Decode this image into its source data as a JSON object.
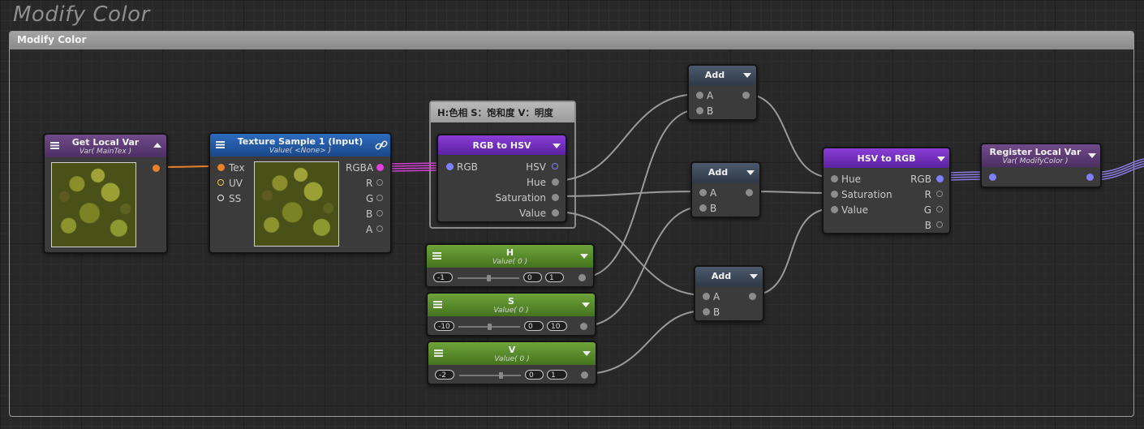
{
  "graph": {
    "title": "Modify Color"
  },
  "group": {
    "title": "Modify Color"
  },
  "subgroup": {
    "title": "H:色相 S：饱和度 V：明度"
  },
  "nodes": {
    "get_local_var": {
      "title": "Get Local Var",
      "subtitle": "Var( MainTex )"
    },
    "texture_sample": {
      "title": "Texture Sample 1 (Input)",
      "subtitle": "Value( <None> )",
      "inputs": [
        "Tex",
        "UV",
        "SS"
      ],
      "outputs": [
        "RGBA",
        "R",
        "G",
        "B",
        "A"
      ]
    },
    "rgb_to_hsv": {
      "title": "RGB to HSV",
      "input": "RGB",
      "outputs": [
        "HSV",
        "Hue",
        "Saturation",
        "Value"
      ]
    },
    "add1": {
      "title": "Add",
      "inputs": [
        "A",
        "B"
      ]
    },
    "add2": {
      "title": "Add",
      "inputs": [
        "A",
        "B"
      ]
    },
    "add3": {
      "title": "Add",
      "inputs": [
        "A",
        "B"
      ]
    },
    "hsv_to_rgb": {
      "title": "HSV to RGB",
      "inputs": [
        "Hue",
        "Saturation",
        "Value"
      ],
      "outputs": [
        "RGB",
        "R",
        "G",
        "B"
      ]
    },
    "register_local_var": {
      "title": "Register Local Var",
      "subtitle": "Var( ModifyColor )"
    },
    "param_h": {
      "title": "H",
      "subtitle": "Value( 0 )",
      "min": "-1",
      "value": "0",
      "max": "1",
      "slider_fraction": 0.5
    },
    "param_s": {
      "title": "S",
      "subtitle": "Value( 0 )",
      "min": "-10",
      "value": "0",
      "max": "10",
      "slider_fraction": 0.5
    },
    "param_v": {
      "title": "V",
      "subtitle": "Value( 0 )",
      "min": "-2",
      "value": "0",
      "max": "1",
      "slider_fraction": 0.667
    }
  },
  "colors": {
    "wire": "#9a9a9a",
    "wire_orange": "#e8822a",
    "wire_magenta": "#d040d0",
    "wire_purple": "#8a7ae0",
    "port_orange": "#e8822a",
    "port_yellow": "#e6d23c",
    "port_magenta": "#e040e0",
    "port_purple": "#8080ff"
  }
}
